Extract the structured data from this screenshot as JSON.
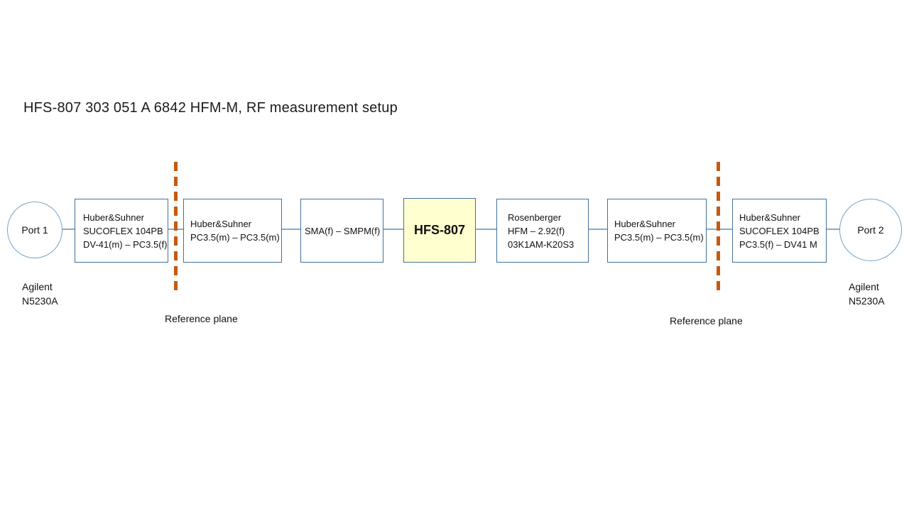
{
  "title": "HFS-807 303 051 A 6842 HFM-M, RF measurement setup",
  "colors": {
    "box_border": "#41719C",
    "circle_border": "#74A2C8",
    "connector_wire": "#85ABD1",
    "reference_plane_dash": "#C55A11",
    "dut_highlight_fill": "#FFFFCF",
    "text": "#1A1A1A"
  },
  "ports": {
    "left": {
      "label": "Port 1",
      "instrument": "Agilent\nN5230A"
    },
    "right": {
      "label": "Port 2",
      "instrument": "Agilent\nN5230A"
    }
  },
  "chain": [
    {
      "role": "cable-port1",
      "lines": [
        "Huber&Suhner",
        "SUCOFLEX 104PB",
        "DV-41(m) – PC3.5(f)"
      ]
    },
    {
      "role": "adapter-1",
      "lines": [
        "Huber&Suhner",
        "PC3.5(m) – PC3.5(m)"
      ]
    },
    {
      "role": "adapter-2",
      "lines": [
        "SMA(f) – SMPM(f)"
      ]
    },
    {
      "role": "device-under-test",
      "highlight": true,
      "lines": [
        "HFS-807"
      ]
    },
    {
      "role": "adapter-3",
      "lines": [
        "Rosenberger",
        "HFM – 2.92(f)",
        "03K1AM-K20S3"
      ]
    },
    {
      "role": "adapter-4",
      "lines": [
        "Huber&Suhner",
        "PC3.5(m) – PC3.5(m)"
      ]
    },
    {
      "role": "cable-port2",
      "lines": [
        "Huber&Suhner",
        "SUCOFLEX 104PB",
        "PC3.5(f) – DV41 M"
      ]
    }
  ],
  "reference_planes": {
    "left_label": "Reference plane",
    "right_label": "Reference plane"
  }
}
